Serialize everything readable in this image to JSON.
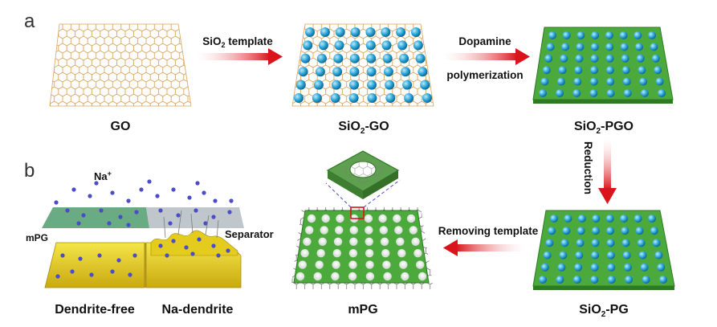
{
  "panels": {
    "a": "a",
    "b": "b"
  },
  "stages": {
    "go": "GO",
    "sio2_go": {
      "main": "SiO",
      "sub": "2",
      "rest": "-GO"
    },
    "sio2_pgo": {
      "main": "SiO",
      "sub": "2",
      "rest": "-PGO"
    },
    "sio2_pg": {
      "main": "SiO",
      "sub": "2",
      "rest": "-PG"
    },
    "mpg": "mPG"
  },
  "steps": {
    "template": {
      "main": "SiO",
      "sub": "2",
      "rest": " template"
    },
    "dopamine_1": "Dopamine",
    "dopamine_2": "polymerization",
    "reduction": "Reduction",
    "removing": "Removing template"
  },
  "panel_b": {
    "ion": {
      "main": "Na",
      "sup": "+"
    },
    "mpg_label": "mPG",
    "separator": "Separator",
    "dendrite_free": "Dendrite-free",
    "na_dendrite": "Na-dendrite"
  },
  "colors": {
    "arrow": "#d9141a",
    "graphene_edge": "#d9a35a",
    "sphere": "#2aa6d8",
    "green_sheet": "#4caa3c",
    "electrode": "#e8d21a",
    "na_ion": "#4a4cc8"
  }
}
